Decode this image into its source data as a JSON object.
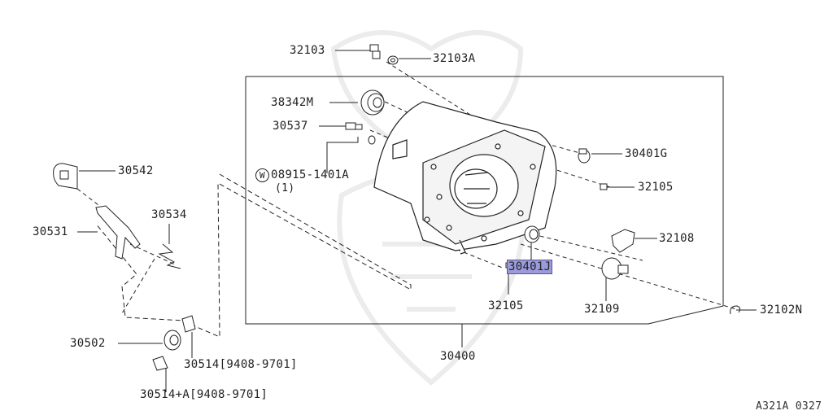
{
  "diagram": {
    "ref_code": "A321A 0327",
    "highlight_color": "#9b9bdc",
    "parts": [
      {
        "id": "p32103",
        "label": "32103"
      },
      {
        "id": "p32103a",
        "label": "32103A"
      },
      {
        "id": "p38342m",
        "label": "38342M"
      },
      {
        "id": "p30537",
        "label": "30537"
      },
      {
        "id": "p08915",
        "prefix": "W",
        "label": "08915-1401A",
        "qty": "(1)"
      },
      {
        "id": "p30542",
        "label": "30542"
      },
      {
        "id": "p30531",
        "label": "30531"
      },
      {
        "id": "p30534",
        "label": "30534"
      },
      {
        "id": "p30502",
        "label": "30502"
      },
      {
        "id": "p30514",
        "label": "30514[9408-9701]"
      },
      {
        "id": "p30514a",
        "label": "30514+A[9408-9701]"
      },
      {
        "id": "p30401g",
        "label": "30401G"
      },
      {
        "id": "p32105a",
        "label": "32105"
      },
      {
        "id": "p32108",
        "label": "32108"
      },
      {
        "id": "p30401j",
        "label": "30401J",
        "highlighted": true
      },
      {
        "id": "p32105b",
        "label": "32105"
      },
      {
        "id": "p32109",
        "label": "32109"
      },
      {
        "id": "p32102n",
        "label": "32102N"
      },
      {
        "id": "p30400",
        "label": "30400"
      }
    ]
  }
}
